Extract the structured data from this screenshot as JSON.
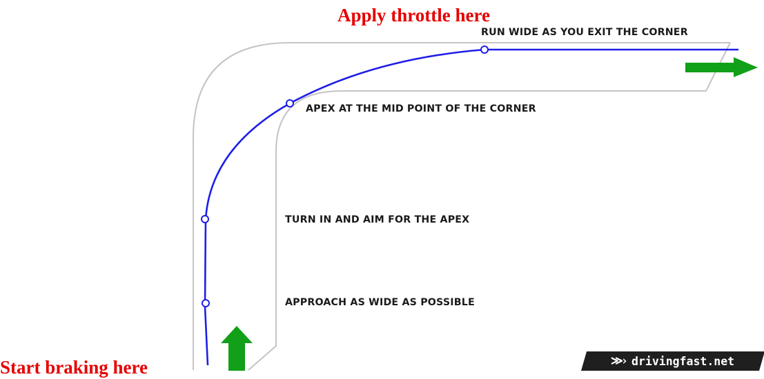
{
  "callouts": {
    "apply_throttle": "Apply throttle here",
    "start_braking": "Start braking here"
  },
  "steps": {
    "exit": "RUN WIDE AS YOU EXIT THE CORNER",
    "apex": "APEX AT THE MID POINT OF THE CORNER",
    "turn_in": "TURN IN AND AIM FOR THE APEX",
    "approach": "APPROACH AS WIDE AS POSSIBLE"
  },
  "brand": {
    "chevrons": "≫›",
    "text": "drivingfast.net"
  },
  "colors": {
    "callout_text": "#e50000",
    "racing_line": "#1e1ee8",
    "track_edge": "#c4c4c4",
    "arrow": "#11a018",
    "step_text": "#1a1a1a",
    "brand_bg": "#1f1f1f"
  },
  "icons": {
    "direction_arrow": "green-arrow",
    "marker": "hollow-circle"
  }
}
